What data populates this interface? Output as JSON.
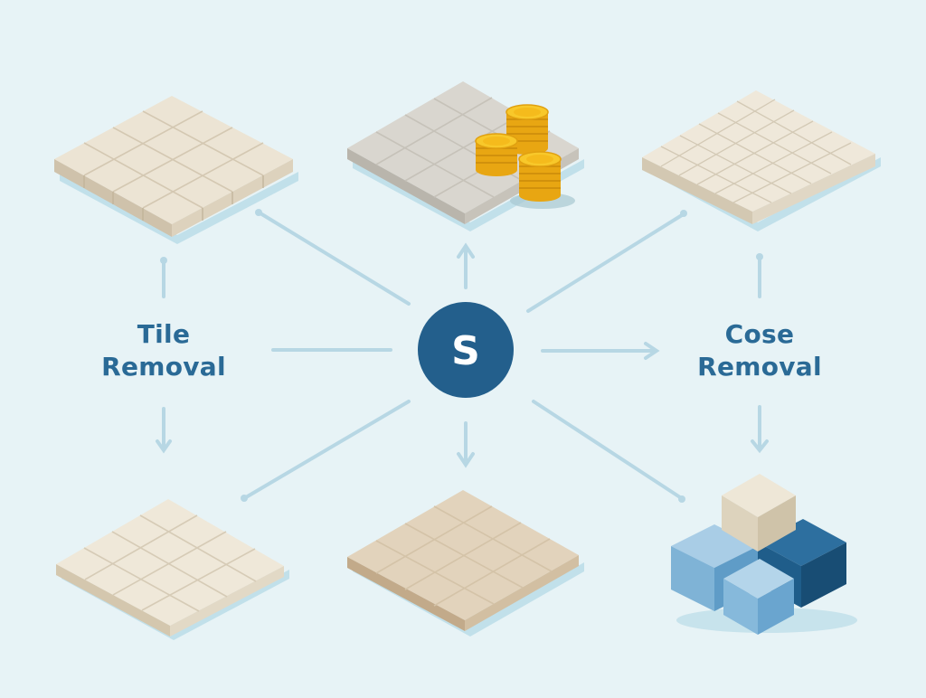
{
  "hub": {
    "letter": "S"
  },
  "labels": {
    "left": {
      "line1": "Tile",
      "line2": "Removal"
    },
    "right": {
      "line1": "Cose",
      "line2": "Removal"
    }
  },
  "colors": {
    "background": "#e7f3f6",
    "accent": "#2a6a96",
    "connector": "#b7d7e4",
    "tile_light": "#ece4d4",
    "tile_gray": "#d9d6cf",
    "tile_tan": "#e2d3bc",
    "coin": "#f2b51a",
    "cube_dark": "#215f8e",
    "cube_light": "#7fb3d6",
    "cube_cream": "#e8e0cd"
  },
  "icons": [
    "tile-floor-icon",
    "tile-floor-coins-icon",
    "tile-floor-dense-icon",
    "hub-s-icon",
    "blocks-stack-icon"
  ]
}
